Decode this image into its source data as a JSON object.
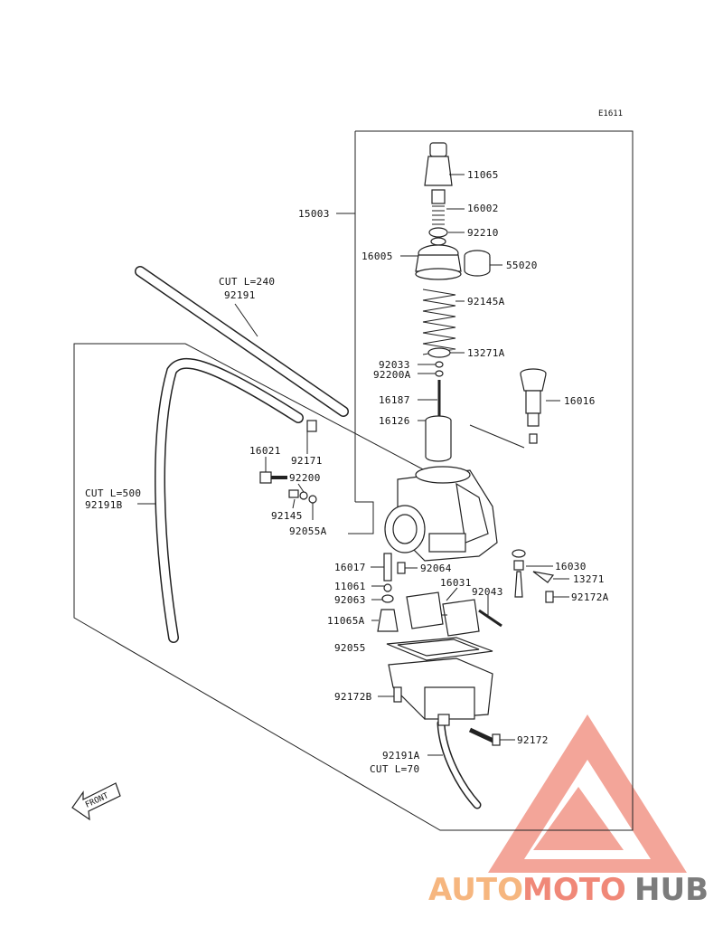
{
  "diagram_code": "E1611",
  "parts": {
    "p15003": "15003",
    "p11065": "11065",
    "p16002": "16002",
    "p92210": "92210",
    "p16005": "16005",
    "p55020": "55020",
    "p92145A": "92145A",
    "p13271A": "13271A",
    "p92033": "92033",
    "p92200A": "92200A",
    "p16187": "16187",
    "p16126": "16126",
    "p16016": "16016",
    "p16021": "16021",
    "p92171": "92171",
    "p92200": "92200",
    "p92145": "92145",
    "p92055A": "92055A",
    "p16017": "16017",
    "p92064": "92064",
    "p16031": "16031",
    "p16030": "16030",
    "p13271": "13271",
    "p11061": "11061",
    "p92043": "92043",
    "p92063": "92063",
    "p92172A": "92172A",
    "p11065A": "11065A",
    "p92055": "92055",
    "p92172B": "92172B",
    "p92172": "92172",
    "p92191A": "92191A"
  },
  "hoses": {
    "top_cut": "CUT L=240",
    "top_part": "92191",
    "left_cut": "CUT L=500",
    "left_part": "92191B",
    "bottom_cut": "CUT L=70"
  },
  "front_arrow": "FRONT",
  "watermark": {
    "part1": "AUTO",
    "part2": "MOTO",
    "part3": "HUB",
    "color_light": "#f6b67f",
    "color_red": "#f08878",
    "color_dark": "#7c7c7c"
  }
}
